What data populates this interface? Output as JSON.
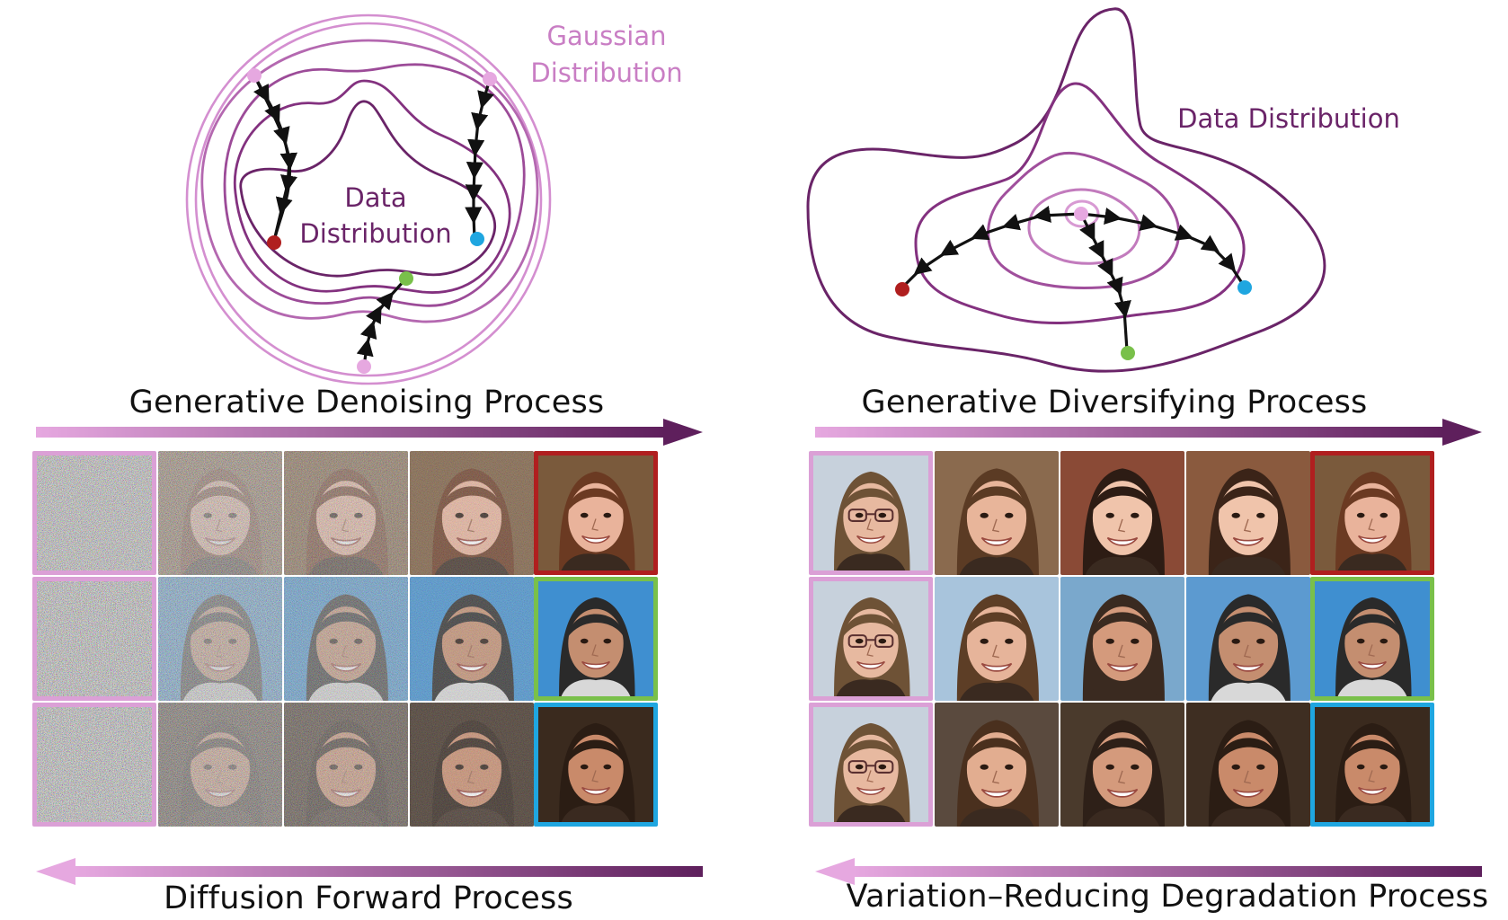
{
  "left": {
    "gaussian_label_line1": "Gaussian",
    "gaussian_label_line2": "Distribution",
    "data_label_line1": "Data",
    "data_label_line2": "Distribution",
    "top_process": "Generative Denoising Process",
    "bottom_process": "Diffusion Forward Process"
  },
  "right": {
    "data_label": "Data Distribution",
    "top_process": "Generative Diversifying Process",
    "bottom_process": "Variation–Reducing Degradation Process"
  },
  "colors": {
    "gaussian_pink": "#d48fd0",
    "data_purple": "#6a2468",
    "light_pink": "#e6a8e0",
    "red": "#b01f1f",
    "green": "#79c04a",
    "blue": "#1fa6e0",
    "path_black": "#111111"
  },
  "grids": {
    "left_rows": [
      {
        "end_border": "red",
        "skin": "#e9b39b",
        "hair": "#6b3a22",
        "bg": "#7a5a3c",
        "noise_levels": [
          1.0,
          0.7,
          0.55,
          0.3,
          0.0
        ]
      },
      {
        "end_border": "green",
        "skin": "#c48e70",
        "hair": "#2a2a2a",
        "bg": "#3f8fd0",
        "noise_levels": [
          1.0,
          0.7,
          0.55,
          0.3,
          0.0
        ]
      },
      {
        "end_border": "blue",
        "skin": "#c98a6a",
        "hair": "#2b1d14",
        "bg": "#3a2a1e",
        "noise_levels": [
          1.0,
          0.7,
          0.55,
          0.3,
          0.0
        ]
      }
    ],
    "right_rows": [
      {
        "end_border": "red",
        "tiles": [
          {
            "skin": "#e7b9a0",
            "hair": "#6e5236",
            "bg": "#c7d1dc",
            "glasses": true
          },
          {
            "skin": "#e8b59a",
            "hair": "#5b3b24",
            "bg": "#8a6a4e",
            "glasses": false
          },
          {
            "skin": "#f0c4ab",
            "hair": "#2d1c14",
            "bg": "#8a4a36",
            "glasses": false
          },
          {
            "skin": "#f0c4ab",
            "hair": "#3b2418",
            "bg": "#8a5a3e",
            "glasses": false
          },
          {
            "skin": "#e9b39b",
            "hair": "#6b3a22",
            "bg": "#7a5a3c",
            "glasses": false
          }
        ]
      },
      {
        "end_border": "green",
        "tiles": [
          {
            "skin": "#e7b9a0",
            "hair": "#6e5236",
            "bg": "#c7d1dc",
            "glasses": true
          },
          {
            "skin": "#e6b49a",
            "hair": "#5d3e26",
            "bg": "#a8c4dc",
            "glasses": false
          },
          {
            "skin": "#d49a7c",
            "hair": "#3a2a20",
            "bg": "#7aa8cc",
            "glasses": false
          },
          {
            "skin": "#c48e70",
            "hair": "#2a2a2a",
            "bg": "#5c9ad0",
            "glasses": false
          },
          {
            "skin": "#c48e70",
            "hair": "#2a2a2a",
            "bg": "#3f8fd0",
            "glasses": false
          }
        ]
      },
      {
        "end_border": "blue",
        "tiles": [
          {
            "skin": "#e7b9a0",
            "hair": "#6e5236",
            "bg": "#c7d1dc",
            "glasses": true
          },
          {
            "skin": "#e2ad90",
            "hair": "#4a301e",
            "bg": "#5a4a3e",
            "glasses": false
          },
          {
            "skin": "#d49a7c",
            "hair": "#2e2018",
            "bg": "#4a3a2c",
            "glasses": false
          },
          {
            "skin": "#c98a6a",
            "hair": "#2b1d14",
            "bg": "#3e2e22",
            "glasses": false
          },
          {
            "skin": "#c98a6a",
            "hair": "#2b1d14",
            "bg": "#3a2a1e",
            "glasses": false
          }
        ]
      }
    ]
  }
}
